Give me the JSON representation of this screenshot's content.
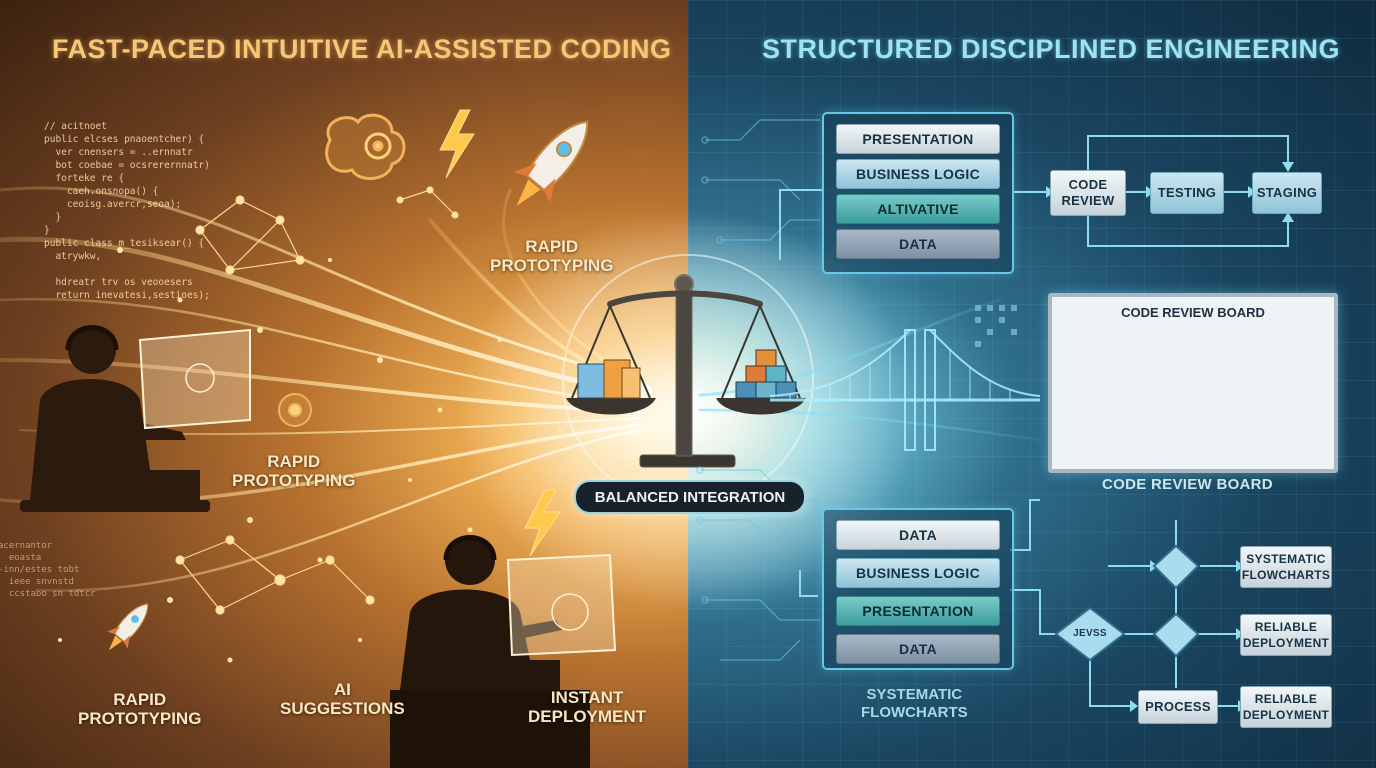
{
  "left": {
    "headline": "FAST-PACED INTUITIVE AI-ASSISTED CODING",
    "code_lines": [
      "// acitnoet",
      "public elcses pnaoentcher) {",
      "  ver cnensers = ..ernnatr",
      "  bot coebae = ocsrerernnatr)",
      "  forteke re {",
      "    caeh.onsnopa() {",
      "    ceoisg.avercr,seoa);",
      "  }",
      "}",
      "public class m_tesiksear() {",
      "  atrywkw,",
      "",
      "  hdreatr trv os veooesers",
      "  return inevatesi,sestioes);"
    ],
    "code_lines_bottom": [
      "acernantor",
      "  eoasta",
      "-inn/estes tobt",
      "  ieee snvnstd",
      "  ccstabo sn tdtcr"
    ],
    "labels": {
      "rapid_top": [
        "RAPID",
        "PROTOTYPING"
      ],
      "rapid_mid": [
        "RAPID",
        "PROTOTYPING"
      ],
      "rapid_bottom": [
        "RAPID",
        "PROTOTYPING"
      ],
      "ai_suggestions": [
        "AI",
        "SUGGESTIONS"
      ],
      "instant_deployment": [
        "INSTANT",
        "DEPLOYMENT"
      ]
    }
  },
  "center": {
    "balanced": "BALANCED INTEGRATION"
  },
  "right": {
    "headline": "STRUCTURED DISCIPLINED ENGINEERING",
    "top_stack": [
      "PRESENTATION",
      "BUSINESS LOGIC",
      "ALTIVATIVE",
      "DATA"
    ],
    "pipeline": {
      "code_review": [
        "CODE",
        "REVIEW"
      ],
      "testing": "TESTING",
      "staging": "STAGING"
    },
    "board": {
      "title": "CODE REVIEW BOARD",
      "caption": "CODE REVIEW BOARD"
    },
    "bottom_stack": [
      "DATA",
      "BUSINESS LOGIC",
      "PRESENTATION",
      "DATA"
    ],
    "flow": {
      "decision_label": "JEVSS",
      "process": "PROCESS",
      "systematic": [
        "SYSTEMATIC",
        "FLOWCHARTS"
      ],
      "reliable_1": [
        "RELIABLE",
        "DEPLOYMENT"
      ],
      "reliable_2": [
        "RELIABLE",
        "DEPLOYMENT"
      ],
      "caption": [
        "SYSTEMATIC",
        "FLOWCHARTS"
      ]
    }
  },
  "colors": {
    "warm_accent": "#f7c776",
    "cool_accent": "#9ee3f2",
    "glow_line": "#67c7e4"
  }
}
